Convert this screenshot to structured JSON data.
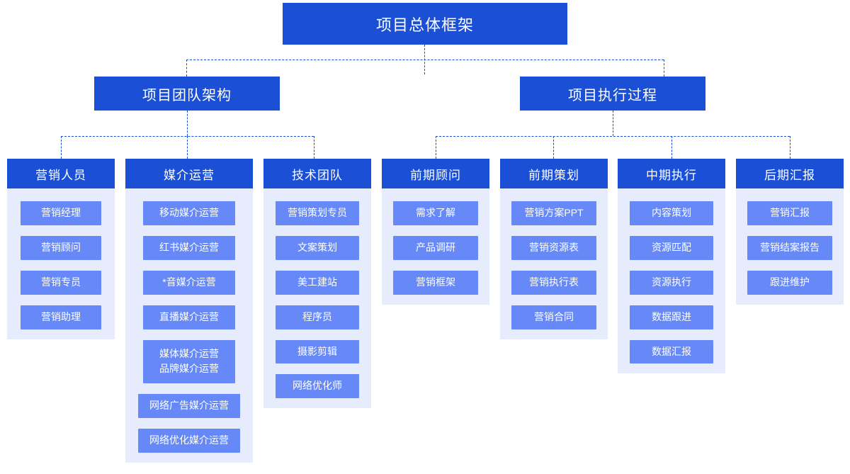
{
  "title": "项目总体框架",
  "colors": {
    "header_blue": "#1a4fd6",
    "item_blue": "#6689f7",
    "column_bg": "#e6ecfb",
    "connector": "#1a50d6",
    "text_on_blue": "#ffffff",
    "page_bg": "#ffffff"
  },
  "root": {
    "label": "项目总体框架"
  },
  "level2": [
    {
      "label": "项目团队架构"
    },
    {
      "label": "项目执行过程"
    }
  ],
  "columns": [
    {
      "id": "marketing-staff",
      "parent": "项目团队架构",
      "header": "营销人员",
      "items": [
        {
          "label": "营销经理"
        },
        {
          "label": "营销顾问"
        },
        {
          "label": "营销专员"
        },
        {
          "label": "营销助理"
        }
      ]
    },
    {
      "id": "media-operations",
      "parent": "项目团队架构",
      "header": "媒介运营",
      "items": [
        {
          "label": "移动媒介运营"
        },
        {
          "label": "红书媒介运营"
        },
        {
          "label": "*音媒介运营"
        },
        {
          "label": "直播媒介运营"
        },
        {
          "label": "媒体媒介运营",
          "label2": "品牌媒介运营",
          "two_line": true
        },
        {
          "label": "网络广告媒介运营",
          "overflow": true
        },
        {
          "label": "网络优化媒介运营",
          "overflow": true
        }
      ]
    },
    {
      "id": "tech-team",
      "parent": "项目团队架构",
      "header": "技术团队",
      "items": [
        {
          "label": "营销策划专员"
        },
        {
          "label": "文案策划"
        },
        {
          "label": "美工建站"
        },
        {
          "label": "程序员"
        },
        {
          "label": "摄影剪辑"
        },
        {
          "label": "网络优化师"
        }
      ]
    },
    {
      "id": "pre-consulting",
      "parent": "项目执行过程",
      "header": "前期顾问",
      "items": [
        {
          "label": "需求了解"
        },
        {
          "label": "产品调研"
        },
        {
          "label": "营销框架"
        }
      ]
    },
    {
      "id": "pre-planning",
      "parent": "项目执行过程",
      "header": "前期策划",
      "items": [
        {
          "label": "营销方案PPT"
        },
        {
          "label": "营销资源表"
        },
        {
          "label": "营销执行表"
        },
        {
          "label": "营销合同"
        }
      ]
    },
    {
      "id": "mid-execution",
      "parent": "项目执行过程",
      "header": "中期执行",
      "items": [
        {
          "label": "内容策划"
        },
        {
          "label": "资源匹配"
        },
        {
          "label": "资源执行"
        },
        {
          "label": "数据跟进"
        },
        {
          "label": "数据汇报"
        }
      ]
    },
    {
      "id": "post-reporting",
      "parent": "项目执行过程",
      "header": "后期汇报",
      "items": [
        {
          "label": "营销汇报"
        },
        {
          "label": "营销结案报告"
        },
        {
          "label": "跟进维护"
        }
      ]
    }
  ]
}
